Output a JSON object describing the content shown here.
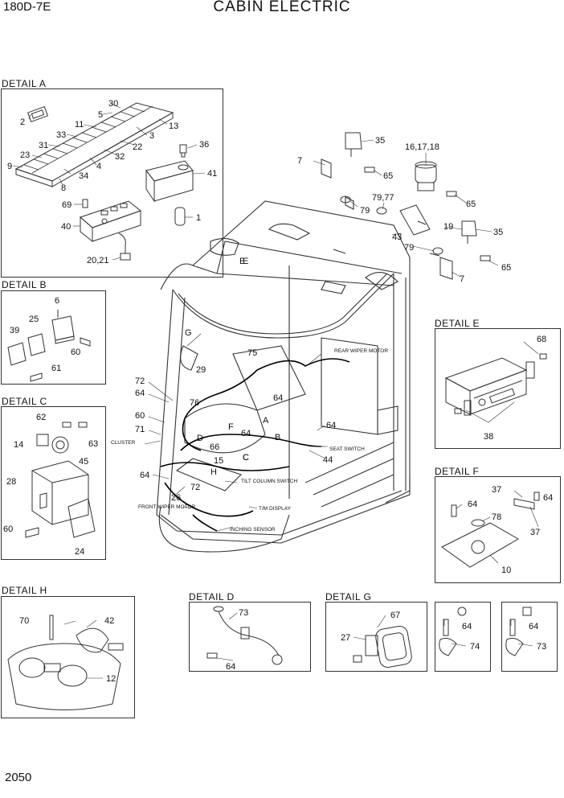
{
  "header": {
    "model": "180D-7E",
    "title": "CABIN ELECTRIC"
  },
  "page_number": "2050",
  "sections": {
    "detail_a": "DETAIL A",
    "detail_b": "DETAIL B",
    "detail_c": "DETAIL C",
    "detail_h": "DETAIL H",
    "detail_d": "DETAIL D",
    "detail_g": "DETAIL G",
    "detail_e": "DETAIL E",
    "detail_f": "DETAIL F"
  },
  "callouts": {
    "a": [
      "2",
      "30",
      "5",
      "11",
      "33",
      "31",
      "23",
      "9",
      "34",
      "8",
      "3",
      "13",
      "22",
      "32",
      "4",
      "36",
      "41",
      "69",
      "40",
      "1",
      "20,21"
    ],
    "b": [
      "6",
      "25",
      "39",
      "60",
      "61"
    ],
    "c": [
      "62",
      "14",
      "63",
      "45",
      "28",
      "60",
      "24"
    ],
    "h": [
      "70",
      "42",
      "12"
    ],
    "d": [
      "73",
      "64"
    ],
    "g": [
      "67",
      "27"
    ],
    "e": [
      "68",
      "38"
    ],
    "f": [
      "37",
      "64",
      "64",
      "78",
      "37",
      "10"
    ],
    "small1": [
      "64",
      "74"
    ],
    "small2": [
      "64",
      "73"
    ],
    "main": [
      "35",
      "16,17,18",
      "7",
      "65",
      "79,77",
      "79",
      "65",
      "19",
      "43",
      "35",
      "79",
      "65",
      "7",
      "E",
      "G",
      "75",
      "29",
      "72",
      "64",
      "76",
      "60",
      "71",
      "F",
      "D",
      "66",
      "64",
      "A",
      "B",
      "64",
      "E",
      "64",
      "C",
      "44",
      "15",
      "H",
      "26",
      "64",
      "72",
      "C"
    ]
  },
  "wire_labels": {
    "rear_wiper": "REAR WIPER MOTOR",
    "seat_switch": "SEAT SWITCH",
    "cluster": "CLUSTER",
    "tilt_column": "TILT COLUMN SWITCH",
    "front_wiper": "FRONT WIPER MOTOR",
    "tm_display": "T/M DISPLAY",
    "inching": "INCHING SENSOR"
  }
}
